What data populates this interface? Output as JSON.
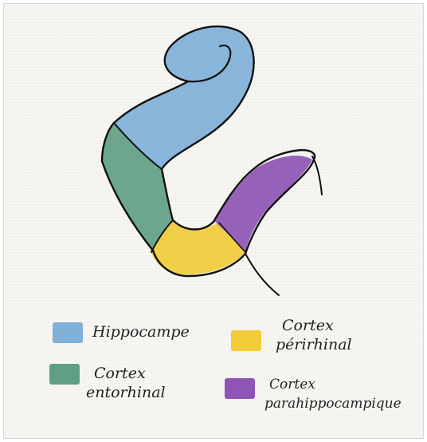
{
  "colors": {
    "hippocampe": "#7fb0d8",
    "entorhinal": "#5f9f84",
    "perirhinal": "#f1cb3a",
    "parahippocampique": "#8e55b5",
    "ink": "#111111"
  },
  "legend": [
    {
      "id": "hippocampe",
      "lines": [
        "Hippocampe",
        ""
      ]
    },
    {
      "id": "perirhinal",
      "lines": [
        "Cortex",
        "périrhinal"
      ]
    },
    {
      "id": "entorhinal",
      "lines": [
        "Cortex",
        "entorhinal"
      ]
    },
    {
      "id": "parahippocampique",
      "lines": [
        "Cortex",
        "parahippocampique"
      ]
    }
  ]
}
